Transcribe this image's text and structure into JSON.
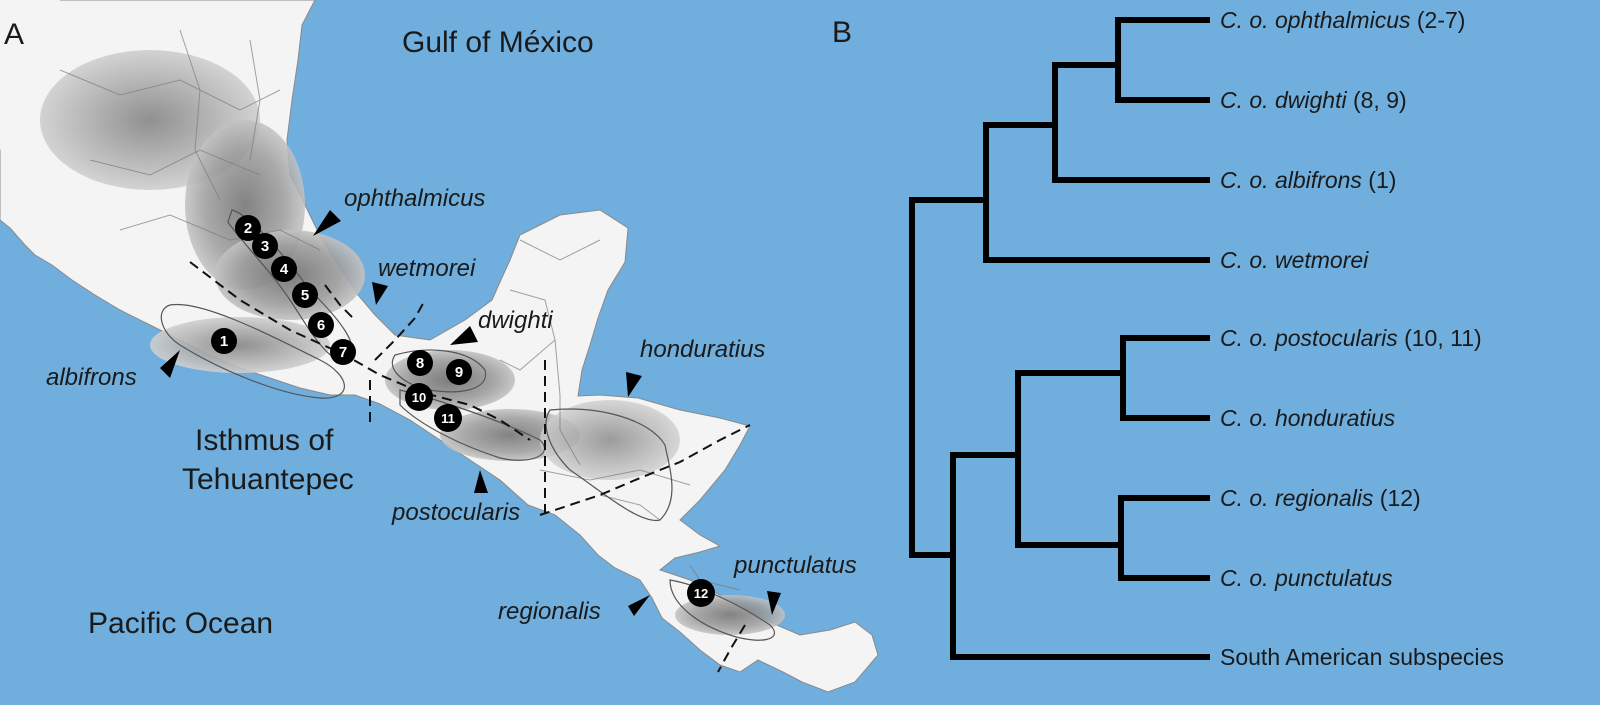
{
  "panels": {
    "a_label": "A",
    "b_label": "B"
  },
  "map": {
    "gulf_label": "Gulf of México",
    "pacific_label": "Pacific Ocean",
    "isthmus_line1": "Isthmus of",
    "isthmus_line2": "Tehuantepec",
    "subspecies_labels": {
      "ophthalmicus": "ophthalmicus",
      "wetmorei": "wetmorei",
      "dwighti": "dwighti",
      "honduratius": "honduratius",
      "albifrons": "albifrons",
      "postocularis": "postocularis",
      "regionalis": "regionalis",
      "punctulatus": "punctulatus"
    },
    "sites": [
      "1",
      "2",
      "3",
      "4",
      "5",
      "6",
      "7",
      "8",
      "9",
      "10",
      "11",
      "12"
    ]
  },
  "tree": {
    "taxa": [
      {
        "prefix": "C. o. ",
        "name": "ophthalmicus",
        "suffix": " (2-7)"
      },
      {
        "prefix": "C. o. ",
        "name": "dwighti",
        "suffix": " (8, 9)"
      },
      {
        "prefix": "C. o. ",
        "name": "albifrons",
        "suffix": " (1)"
      },
      {
        "prefix": "C. o. ",
        "name": "wetmorei",
        "suffix": ""
      },
      {
        "prefix": "C. o. ",
        "name": "postocularis",
        "suffix": " (10, 11)"
      },
      {
        "prefix": "C. o. ",
        "name": "honduratius",
        "suffix": ""
      },
      {
        "prefix": "C. o. ",
        "name": "regionalis",
        "suffix": " (12)"
      },
      {
        "prefix": "C. o. ",
        "name": "punctulatus",
        "suffix": ""
      }
    ],
    "outgroup": "South American subspecies"
  },
  "colors": {
    "ocean": "#70aedd",
    "land": "#f4f4f4",
    "highland": "#9a9a9a",
    "branch": "#000000"
  }
}
